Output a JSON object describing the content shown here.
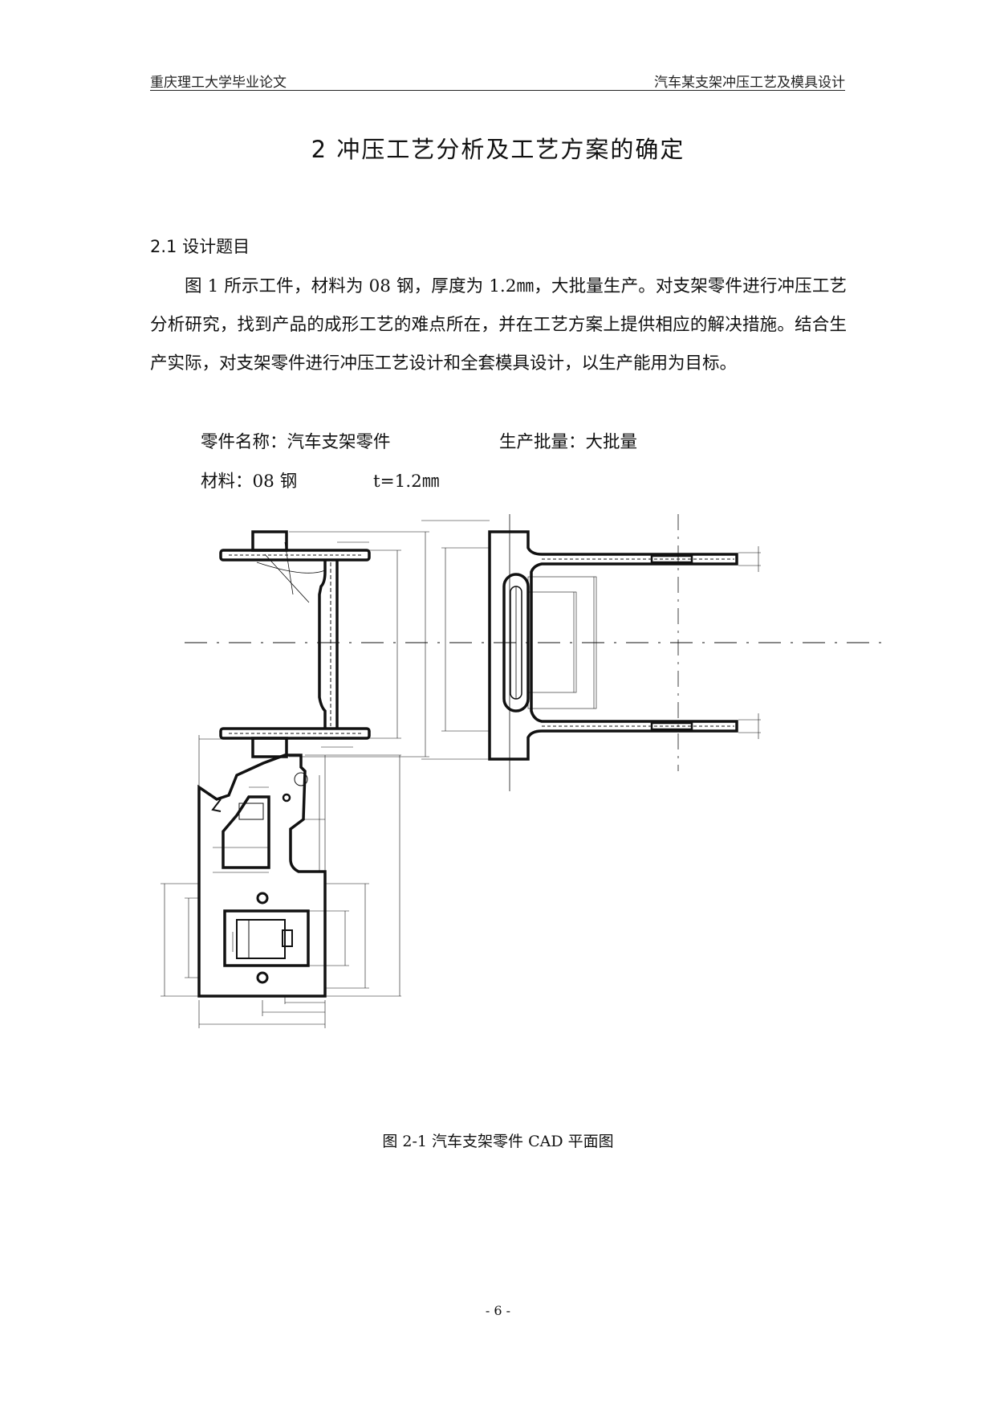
{
  "header": {
    "left": "重庆理工大学毕业论文",
    "right": "汽车某支架冲压工艺及模具设计"
  },
  "chapter_title": "2 冲压工艺分析及工艺方案的确定",
  "section_title": "2.1 设计题目",
  "paragraph": "图 1 所示工件，材料为 08 钢，厚度为 1.2㎜，大批量生产。对支架零件进行冲压工艺分析研究，找到产品的成形工艺的难点所在，并在工艺方案上提供相应的解决措施。结合生产实际，对支架零件进行冲压工艺设计和全套模具设计，以生产能用为目标。",
  "part_info": {
    "name": "零件名称：汽车支架零件",
    "batch": "生产批量：大批量",
    "material": "材料：08 钢",
    "thickness": "t=1.2㎜"
  },
  "figure": {
    "caption": "图 2-1 汽车支架零件 CAD 平面图"
  },
  "page_number": "- 6 -"
}
